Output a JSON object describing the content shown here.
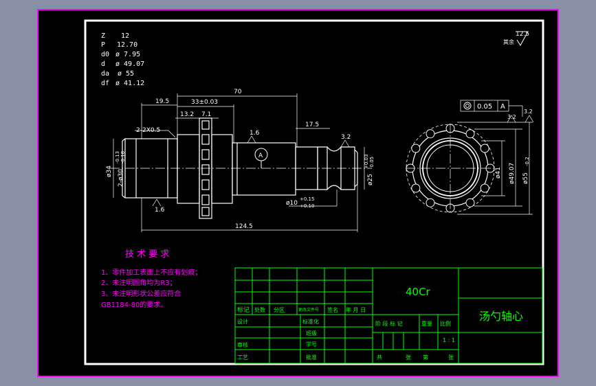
{
  "gear_params": [
    {
      "key": "Z",
      "value": "12"
    },
    {
      "key": "P",
      "value": "12.70"
    },
    {
      "key": "d0",
      "value": "ø 7.95"
    },
    {
      "key": "d",
      "value": "ø 49.07"
    },
    {
      "key": "da",
      "value": "ø 55"
    },
    {
      "key": "df",
      "value": "ø 41.12"
    }
  ],
  "roughness_general": {
    "value": "12.5",
    "note": "其余"
  },
  "dims": {
    "len_70": "70",
    "len_19_5": "19.5",
    "len_33": "33±0.03",
    "len_13_2": "13.2",
    "len_7_1": "7.1",
    "chamfer": "2-2X0.5",
    "rough_1_6_a": "1.6",
    "rough_1_6_b": "1.6",
    "len_17_5": "17.5",
    "rough_3_2": "3.2",
    "dia_34": "ø34",
    "dia_30": "2-ø30",
    "dia_30_tol_u": "-0.13",
    "dia_30_tol_l": "-0.18",
    "dia_25": "ø25",
    "dia_25_tol_u": "+0.03",
    "dia_25_tol_l": "-0.05",
    "bore_10": "ø10",
    "bore_10_tol_u": "+0.15",
    "bore_10_tol_l": "+0.10",
    "len_124_5": "124.5",
    "datum_a": "A",
    "tol_symbol": "◎",
    "tol_value": "0.05",
    "tol_datum": "A",
    "rough_3_2_b": "3.2",
    "rough_3_2_c": "3.2",
    "dia_41": "ø41",
    "dia_49": "ø49.07",
    "dia_55": "ø55",
    "dia_55_tol": "-0.2"
  },
  "tech_requirements": {
    "title": "技 术 要 求",
    "items": [
      "1、零件加工表面上不应有划痕；",
      "2、未注明圆角均为R3；",
      "3、未注明形状公差应符合",
      "GB1184-80的要求。"
    ]
  },
  "title_block": {
    "material": "40Cr",
    "part_name": "汤勺轴心",
    "row_marks": [
      "标记",
      "处数",
      "分区",
      "更改文件号",
      "签名",
      "年 月 日"
    ],
    "design": "设计",
    "standardize": "标准化",
    "stage": "阶 段 标 记",
    "weight": "重量",
    "scale_label": "比例",
    "scale_value": "1 : 1",
    "check": "审核",
    "craft": "工艺",
    "approve": "批准",
    "process_review": "班级",
    "student_id": "学号",
    "sheets": [
      "共",
      "张",
      "第",
      "张"
    ]
  },
  "colors": {
    "background": "#000000",
    "outer": "#8a8fa6",
    "frame": "#ffffff",
    "border": "#ff00ff",
    "lines": "#ffffff",
    "title_block": "#00ff00",
    "text_magenta": "#ff00ff"
  }
}
